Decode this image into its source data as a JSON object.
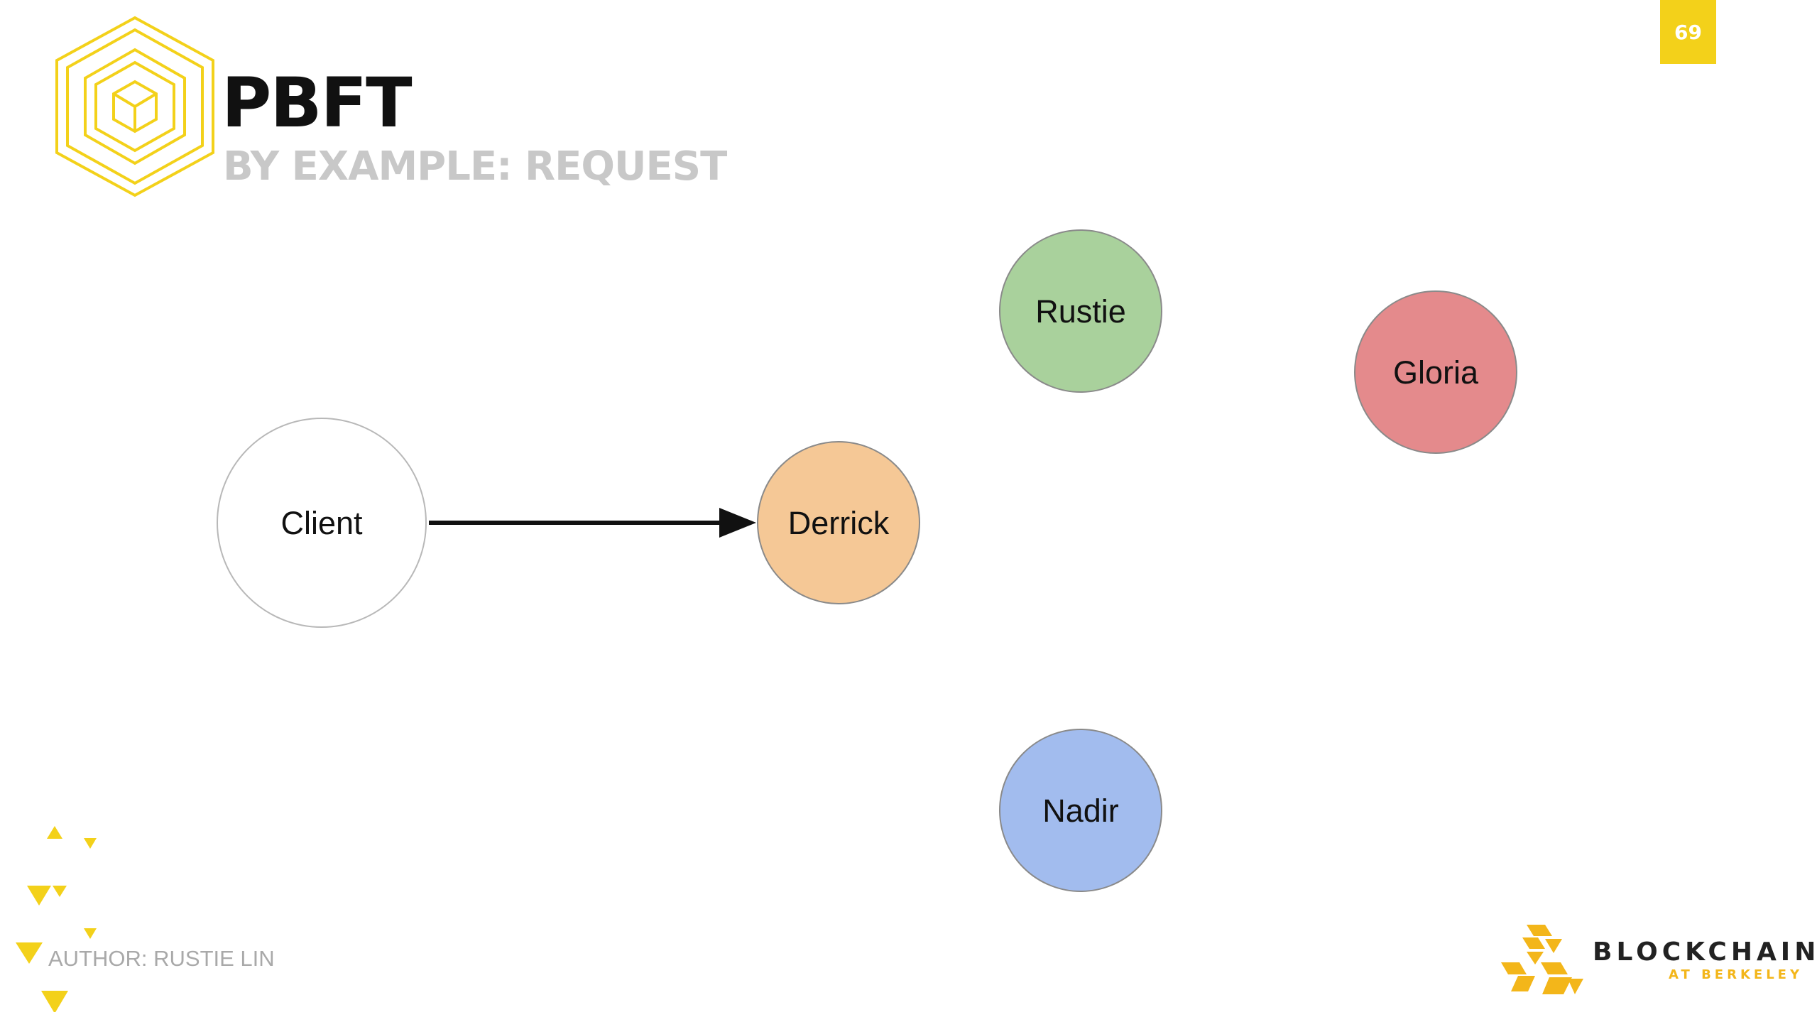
{
  "slide": {
    "title": "PBFT",
    "subtitle": "BY EXAMPLE: REQUEST",
    "number": "69"
  },
  "nodes": [
    {
      "id": "client",
      "label": "Client",
      "fill": "#ffffff",
      "stroke": "#b8b8b8"
    },
    {
      "id": "derrick",
      "label": "Derrick",
      "fill": "#f5c896",
      "stroke": "#8a8a8a"
    },
    {
      "id": "rustie",
      "label": "Rustie",
      "fill": "#a9d19c",
      "stroke": "#8a8a8a"
    },
    {
      "id": "gloria",
      "label": "Gloria",
      "fill": "#e48a8c",
      "stroke": "#8a8a8a"
    },
    {
      "id": "nadir",
      "label": "Nadir",
      "fill": "#a2bcee",
      "stroke": "#8a8a8a"
    }
  ],
  "edges": [
    {
      "from": "client",
      "to": "derrick",
      "color": "#111111"
    }
  ],
  "footer": {
    "author": "AUTHOR: RUSTIE LIN",
    "org_name": "BLOCKCHAIN",
    "org_sub": "AT BERKELEY"
  },
  "colors": {
    "accent_yellow": "#f3d11a",
    "logo_gold": "#f3b61a"
  }
}
